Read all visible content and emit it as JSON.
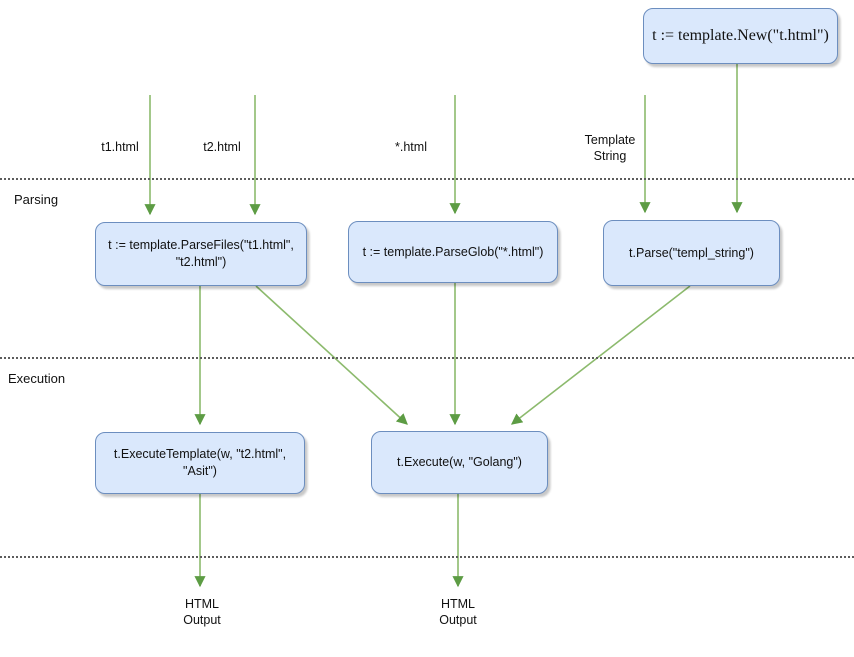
{
  "diagram": {
    "title_implicit": "Go template parsing and execution flow",
    "colors": {
      "node_fill": "#dae8fc",
      "node_border": "#6c8ebf",
      "arrow": "#8cba6d",
      "arrowhead": "#5d9c44",
      "separator": "#5c5c5c",
      "text": "#111111"
    },
    "sections": {
      "parsing": "Parsing",
      "execution": "Execution"
    },
    "nodes": {
      "new_template": "t := template.New(\"t.html\")",
      "parse_files": "t := template.ParseFiles(\"t1.html\",\n\"t2.html\")",
      "parse_glob": "t := template.ParseGlob(\"*.html\")",
      "parse_string": "t.Parse(\"templ_string\")",
      "execute_template": "t.ExecuteTemplate(w, \"t2.html\",\n\"Asit\")",
      "execute": "t.Execute(w, \"Golang\")"
    },
    "labels": {
      "t1_html": "t1.html",
      "t2_html": "t2.html",
      "glob_html": "*.html",
      "template_string": "Template\nString",
      "html_output_left": "HTML\nOutput",
      "html_output_right": "HTML\nOutput"
    },
    "edges": [
      {
        "name": "t1-to-parsefiles"
      },
      {
        "name": "t2-to-parsefiles"
      },
      {
        "name": "glob-to-parseglob"
      },
      {
        "name": "template-string-to-parse"
      },
      {
        "name": "new-to-parse"
      },
      {
        "name": "parsefiles-to-executetemplate"
      },
      {
        "name": "parsefiles-to-execute"
      },
      {
        "name": "parseglob-to-execute"
      },
      {
        "name": "parse-to-execute"
      },
      {
        "name": "executetemplate-to-html-output"
      },
      {
        "name": "execute-to-html-output"
      }
    ]
  }
}
